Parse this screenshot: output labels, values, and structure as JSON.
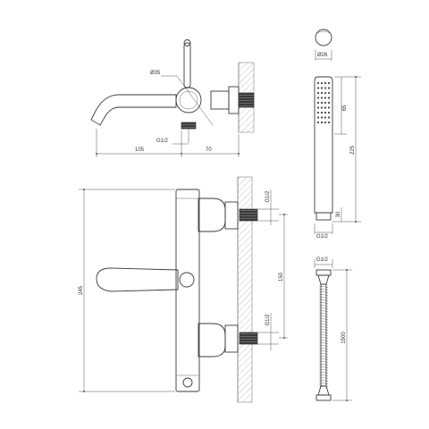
{
  "labels": {
    "diam_35": "Ø35",
    "thread_spout": "G1/2",
    "dim_105": "105",
    "dim_70": "70",
    "diam_26": "Ø26",
    "dim_65": "65",
    "dim_225": "225",
    "dim_30": "30",
    "thread_handshower": "G1/2",
    "dim_245": "245",
    "thread_upper": "G1/2",
    "dim_150": "150",
    "thread_lower": "G1/2",
    "thread_hose": "G1/2",
    "dim_1500": "1500"
  }
}
